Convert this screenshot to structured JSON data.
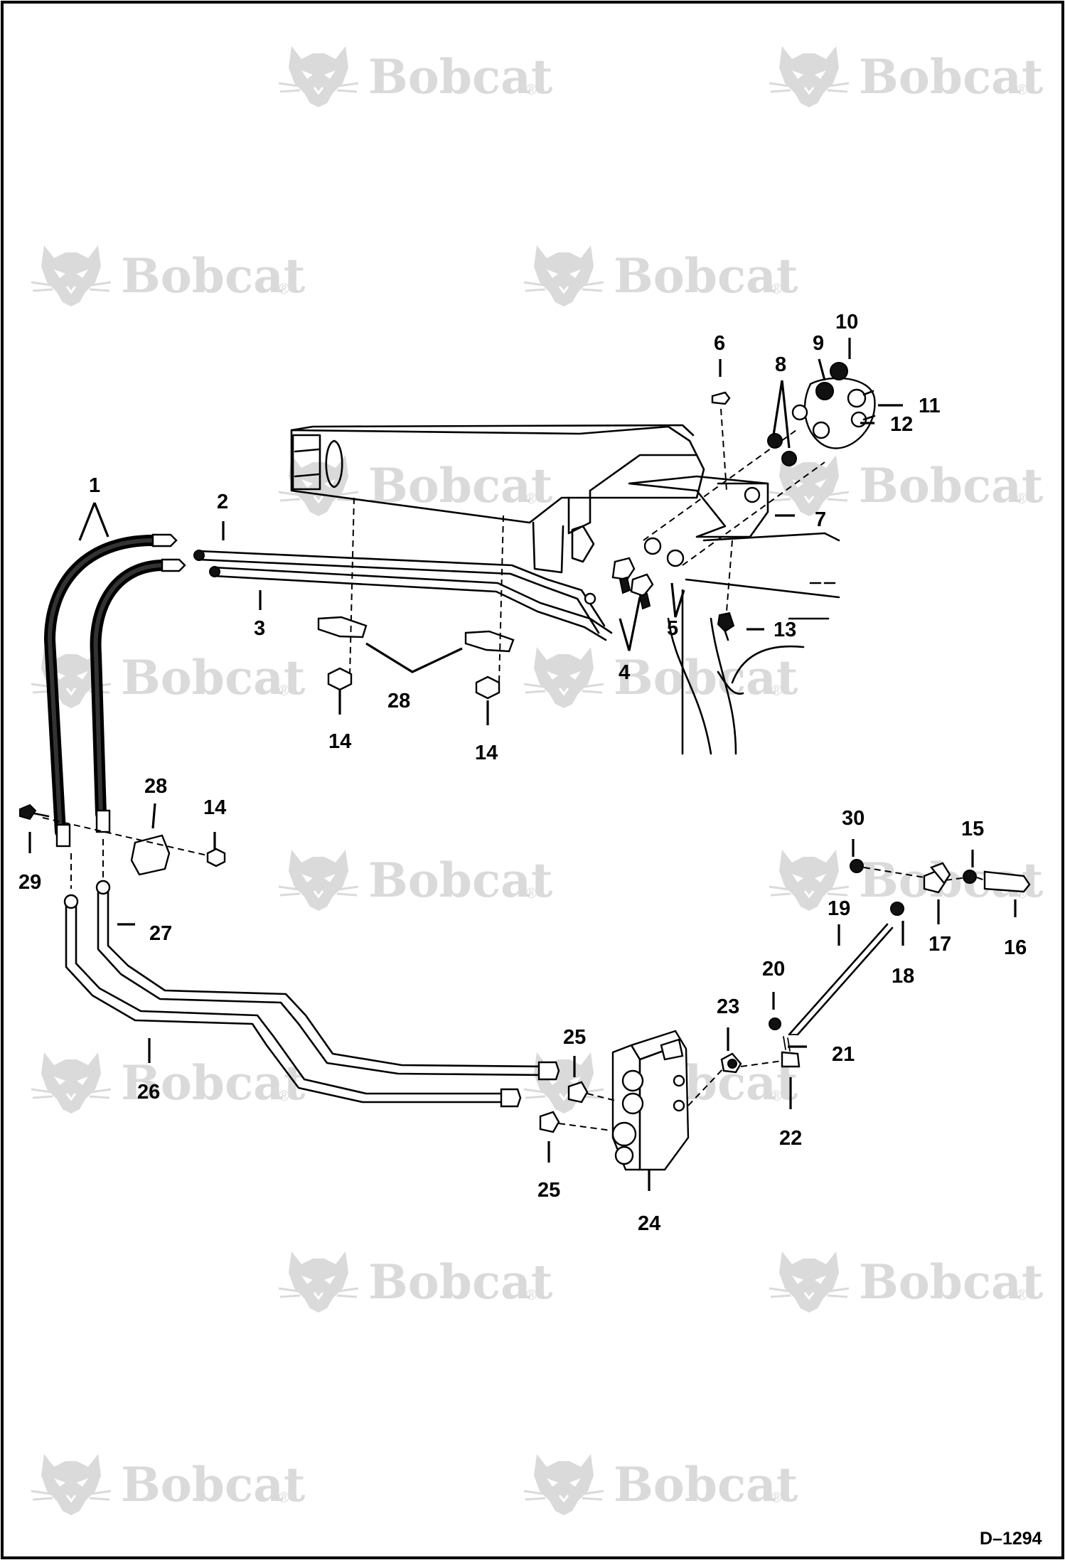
{
  "watermark": {
    "brand": "Bobcat",
    "mark": "®",
    "logo_icon": "bobcat-head-icon"
  },
  "drawing_id": "D–1294",
  "callouts": [
    {
      "id": "c1",
      "text": "1"
    },
    {
      "id": "c2",
      "text": "2"
    },
    {
      "id": "c3",
      "text": "3"
    },
    {
      "id": "c4",
      "text": "4"
    },
    {
      "id": "c5",
      "text": "5"
    },
    {
      "id": "c6",
      "text": "6"
    },
    {
      "id": "c7",
      "text": "7"
    },
    {
      "id": "c8",
      "text": "8"
    },
    {
      "id": "c9",
      "text": "9"
    },
    {
      "id": "c10",
      "text": "10"
    },
    {
      "id": "c11",
      "text": "11"
    },
    {
      "id": "c12",
      "text": "12"
    },
    {
      "id": "c13",
      "text": "13"
    },
    {
      "id": "c14a",
      "text": "14"
    },
    {
      "id": "c14b",
      "text": "14"
    },
    {
      "id": "c14c",
      "text": "14"
    },
    {
      "id": "c15",
      "text": "15"
    },
    {
      "id": "c16",
      "text": "16"
    },
    {
      "id": "c17",
      "text": "17"
    },
    {
      "id": "c18",
      "text": "18"
    },
    {
      "id": "c19",
      "text": "19"
    },
    {
      "id": "c20",
      "text": "20"
    },
    {
      "id": "c21",
      "text": "21"
    },
    {
      "id": "c22",
      "text": "22"
    },
    {
      "id": "c23",
      "text": "23"
    },
    {
      "id": "c24",
      "text": "24"
    },
    {
      "id": "c25a",
      "text": "25"
    },
    {
      "id": "c25b",
      "text": "25"
    },
    {
      "id": "c26",
      "text": "26"
    },
    {
      "id": "c27",
      "text": "27"
    },
    {
      "id": "c28a",
      "text": "28"
    },
    {
      "id": "c28b",
      "text": "28"
    },
    {
      "id": "c29",
      "text": "29"
    },
    {
      "id": "c30",
      "text": "30"
    }
  ]
}
